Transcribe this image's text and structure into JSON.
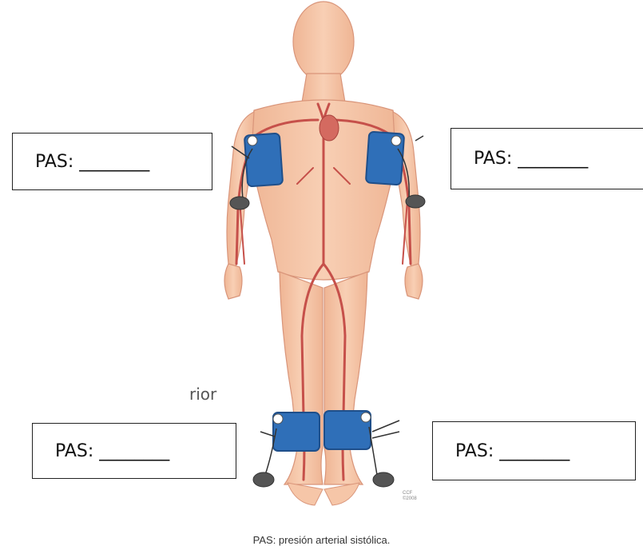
{
  "boxes": {
    "top_left": "PAS: ________",
    "top_right": "PAS: ________",
    "bottom_left": "PAS: ________",
    "bottom_right": "PAS: ________"
  },
  "partial_text": "rior",
  "caption": "PAS: presión arterial sistólica.",
  "watermark": "CCF\n©2008",
  "colors": {
    "skin": "#f6c6a8",
    "skin_shadow": "#e8a98a",
    "artery": "#c6504a",
    "cuff": "#2f6fb8",
    "cuff_dark": "#1f4f8a",
    "bulb": "#555555"
  },
  "icons": [
    "human-figure-icon",
    "blood-pressure-cuff-icon",
    "inflation-bulb-icon"
  ]
}
